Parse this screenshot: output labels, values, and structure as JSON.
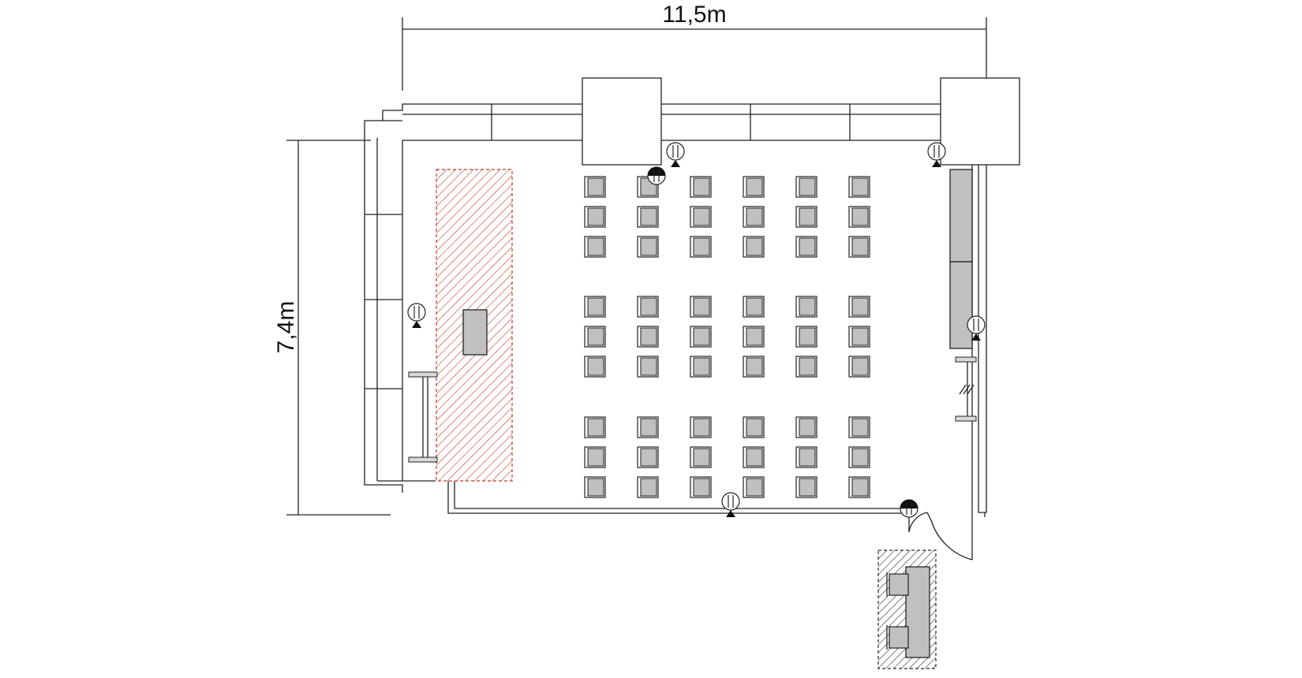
{
  "dimensions": {
    "width_label": "11,5m",
    "depth_label": "7,4m"
  },
  "seating": {
    "blocks": 3,
    "rows_per_block": 3,
    "seats_per_row": 6
  },
  "colors": {
    "stage_hatch": "#c0392b",
    "lobby_hatch": "#2b2b2b",
    "furniture_fill": "#c0c0c0",
    "line": "#222222"
  }
}
